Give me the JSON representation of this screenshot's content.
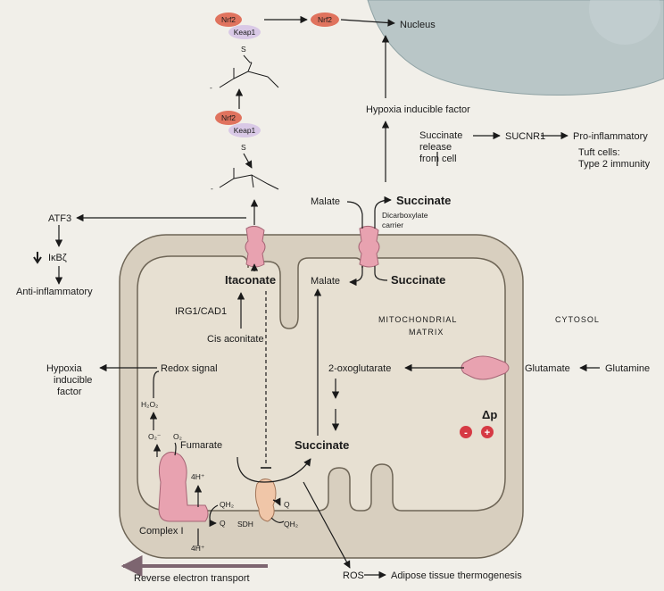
{
  "nucleus": {
    "label": "Nucleus"
  },
  "nrf2_keap": {
    "nrf2": "Nrf2",
    "keap1": "Keap1",
    "nrf2_free": "Nrf2",
    "s": "S",
    "minus": "-"
  },
  "hif_top": "Hypoxia inducible factor",
  "succinate_release": [
    "Succinate",
    "release",
    "from cell"
  ],
  "sucnr1": "SUCNR1",
  "pro_inflammatory": "Pro-inflammatory",
  "tuft": [
    "Tuft cells:",
    "Type 2 immunity"
  ],
  "atf3": "ATF3",
  "ikb": "IκBζ",
  "anti_inflammatory": "Anti-inflammatory",
  "malate_out": "Malate",
  "succinate_out": "Succinate",
  "dicarboxylate": [
    "Dicarboxylate",
    "carrier"
  ],
  "itaconate": "Itaconate",
  "irg1": "IRG1/CAD1",
  "cis_aconitate": "Cis aconitate",
  "malate_in": "Malate",
  "succinate_in": "Succinate",
  "mito_matrix": [
    "MITOCHONDRIAL",
    "MATRIX"
  ],
  "cytosol": "CYTOSOL",
  "hif_left": [
    "Hypoxia",
    "inducible",
    "factor"
  ],
  "redox": "Redox signal",
  "oxoglutarate": "2-oxoglutarate",
  "glutamate": "Glutamate",
  "glutamine": "Glutamine",
  "delta_p": "Δp",
  "minus_sign": "-",
  "plus_sign": "+",
  "h2o2": "H₂O₂",
  "o2_minus": "O₂⁻",
  "o2": "O₂",
  "fumarate": "Fumarate",
  "succinate_center": "Succinate",
  "h4_top": "4H⁺",
  "h4_bottom": "4H⁺",
  "qh2_left": "QH₂",
  "q_left": "Q",
  "complex1": "Complex I",
  "sdh": "SDH",
  "q_sdh": "Q",
  "qh2_sdh": "QH₂",
  "ros": "ROS",
  "adipose": "Adipose tissue thermogenesis",
  "reverse": "Reverse electron transport",
  "colors": {
    "membrane": "#d8cfbf",
    "matrix": "#e7e0d2",
    "protein": "#e8a2b0",
    "nucleus": "#b9c6c7",
    "nrf2": "#e0735e",
    "keap": "#d9c9e6",
    "red": "#d63a44",
    "rev_arrow": "#7d6570"
  }
}
